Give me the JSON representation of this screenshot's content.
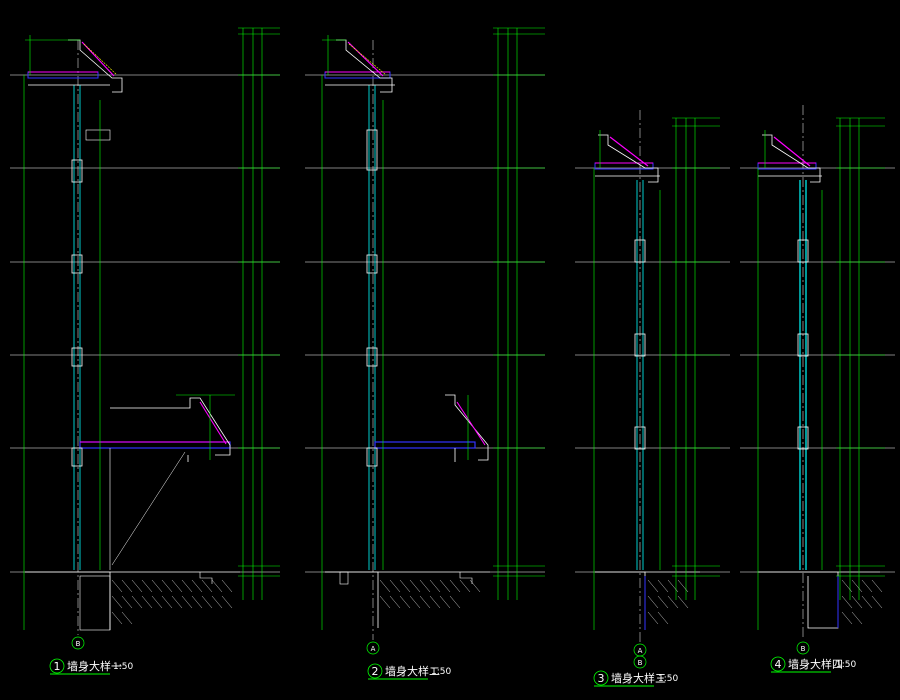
{
  "colors": {
    "background": "#000000",
    "green": "#00ff00",
    "cyan": "#00ffff",
    "white": "#ffffff",
    "magenta": "#ff00ff",
    "blue": "#3333ff",
    "yellow": "#ffff00"
  },
  "details": [
    {
      "num": "1",
      "title": "墙身大样一",
      "scale": "1:50",
      "grid": "B"
    },
    {
      "num": "2",
      "title": "墙身大样二",
      "scale": "1:50",
      "grid": "A"
    },
    {
      "num": "3",
      "title": "墙身大样三",
      "scale": "1:50",
      "grid_top": "A",
      "grid_bottom": "B"
    },
    {
      "num": "4",
      "title": "墙身大样四",
      "scale": "1:50",
      "grid": "B"
    }
  ]
}
